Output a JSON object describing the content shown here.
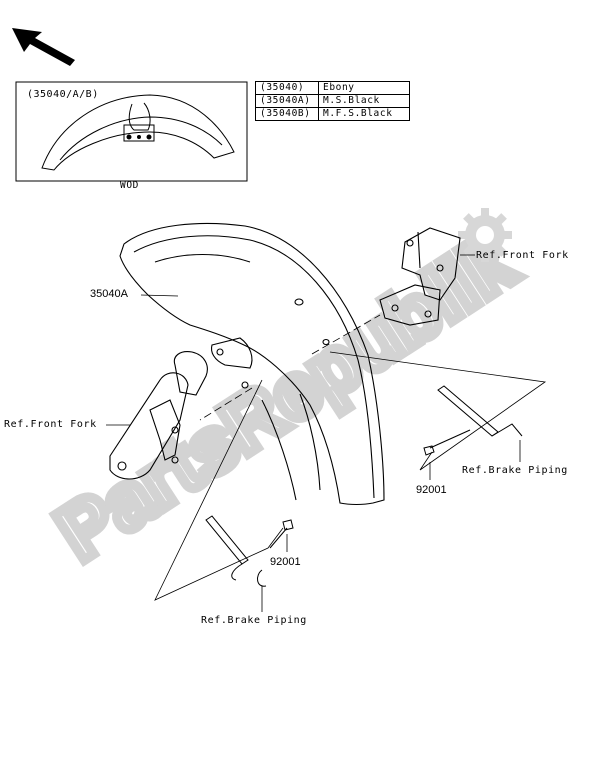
{
  "inset": {
    "variant_label": "(35040/A/B)",
    "caption": "WOD"
  },
  "legend": [
    {
      "code": "(35040)",
      "color": "Ebony"
    },
    {
      "code": "(35040A)",
      "color": "M.S.Black"
    },
    {
      "code": "(35040B)",
      "color": "M.F.S.Black"
    }
  ],
  "labels": {
    "fender_part": "35040A",
    "front_fork_right": "Ref.Front Fork",
    "front_fork_left": "Ref.Front Fork",
    "brake_piping_right": "Ref.Brake Piping",
    "brake_piping_bottom": "Ref.Brake Piping",
    "bolt_right": "92001",
    "bolt_bottom": "92001"
  },
  "watermark": "PartsRepublik",
  "colors": {
    "line": "#000000",
    "watermark": "#d6d6d6"
  }
}
